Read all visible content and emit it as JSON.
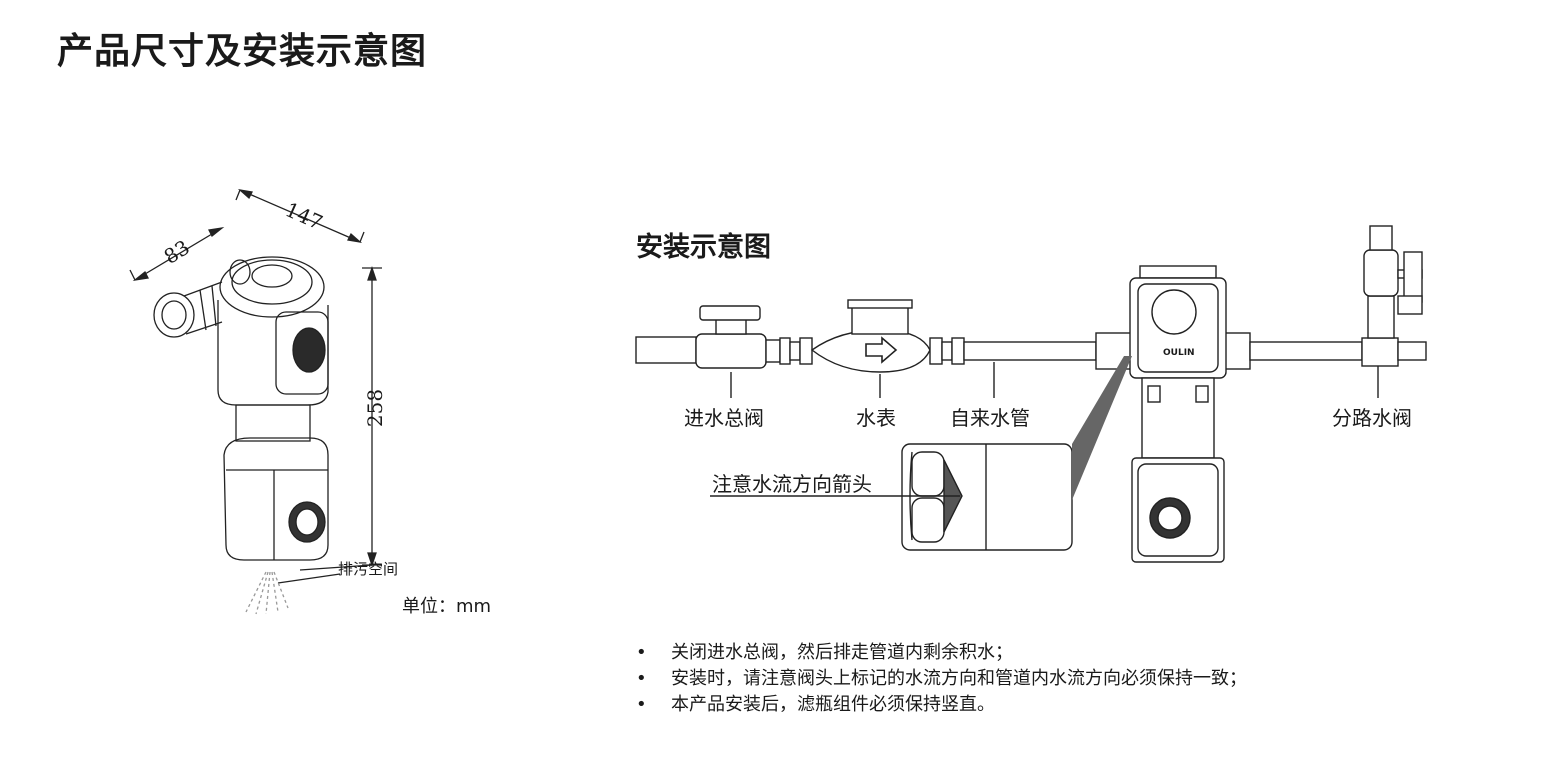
{
  "title": "产品尺寸及安装示意图",
  "product_dims": {
    "width": "147",
    "depth": "83",
    "height": "258",
    "drain_space_label": "排污空间",
    "unit_label": "单位：mm"
  },
  "install": {
    "title": "安装示意图",
    "labels": {
      "inlet_valve": "进水总阀",
      "water_meter": "水表",
      "tap_pipe": "自来水管",
      "branch_valve": "分路水阀",
      "flow_arrow_note": "注意水流方向箭头"
    },
    "brand": "OULIN"
  },
  "notes": [
    "关闭进水总阀，然后排走管道内剩余积水；",
    "安装时，请注意阀头上标记的水流方向和管道内水流方向必须保持一致；",
    "本产品安装后，滤瓶组件必须保持竖直。"
  ],
  "bullet": "•"
}
